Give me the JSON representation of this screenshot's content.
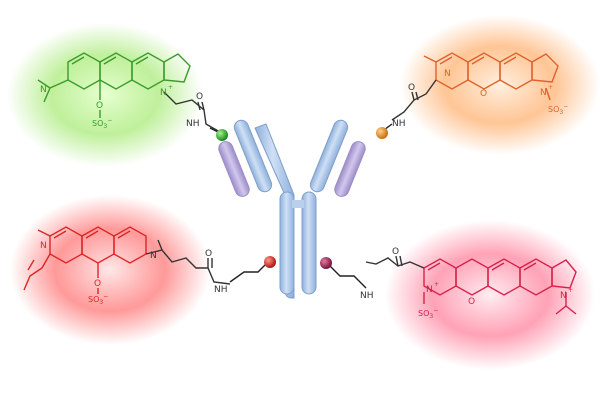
{
  "colors": {
    "background": "#ffffff",
    "antibody": "#a9c4e6",
    "antibody_shadow": "#7f9fc9",
    "light_chain": "#b8a9d9",
    "dye_green": "#3a9a2a",
    "glow_green": "#c8f0a8",
    "dye_orange": "#e0602a",
    "glow_orange": "#ffc79a",
    "dye_red": "#e02424",
    "glow_red": "#ff9a9a",
    "dye_pink": "#d8204a",
    "glow_pink": "#ffa8b8",
    "linker": "#222222",
    "bead_green": "#22a22a",
    "bead_orange": "#e38a1a",
    "bead_red": "#d42020",
    "bead_maroon": "#9a1a4a"
  },
  "labels": {
    "green": {
      "n_plus": "N",
      "charge": "+",
      "o": "O",
      "so3": "SO",
      "sub": "3",
      "sup": "−",
      "amide_o": "O",
      "nh": "NH",
      "nme2": "N"
    },
    "orange": {
      "n_ring": "N",
      "n_plus": "N",
      "charge": "+",
      "o": "O",
      "so3": "SO",
      "sub": "3",
      "sup": "−",
      "amide_o": "O",
      "nh": "NH"
    },
    "red": {
      "n_ring": "N",
      "n_amine": "N",
      "o": "O",
      "so3": "SO",
      "sub": "3",
      "sup": "−",
      "amide_o": "O",
      "nh": "NH"
    },
    "pink": {
      "n_plus": "N",
      "charge": "+",
      "o": "O",
      "so3": "SO",
      "sub": "3",
      "sup": "−",
      "amide_o": "O",
      "nh": "NH",
      "n_right": "N",
      "charge2": "+"
    }
  },
  "icons": {
    "antibody": "y-shaped-antibody-icon",
    "bead": "sphere-icon"
  }
}
